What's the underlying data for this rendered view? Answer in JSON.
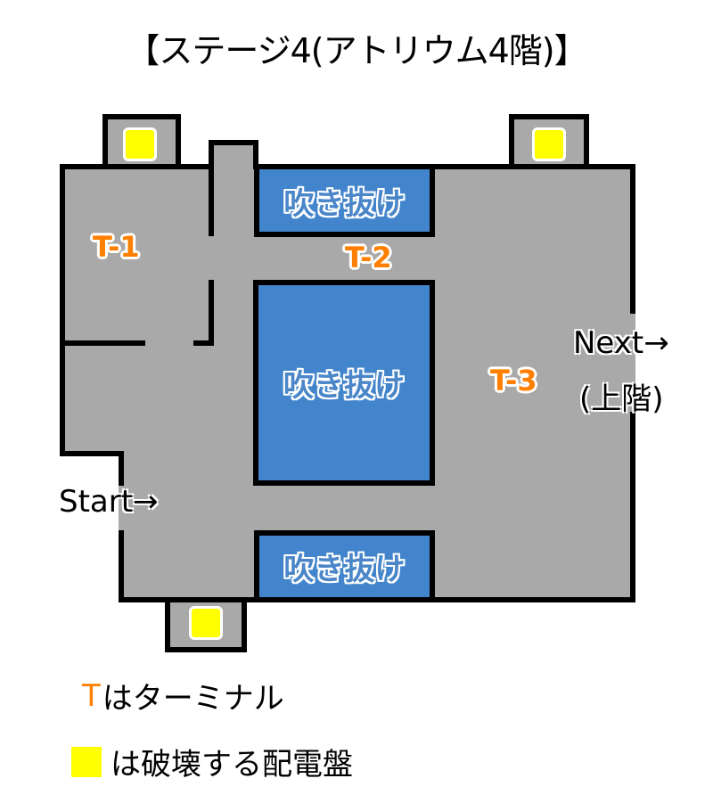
{
  "title": "【ステージ4(アトリウム4階)】",
  "map": {
    "atriums": [
      {
        "id": "atrium-top",
        "label": "吹き抜け"
      },
      {
        "id": "atrium-center",
        "label": "吹き抜け"
      },
      {
        "id": "atrium-bottom",
        "label": "吹き抜け"
      }
    ],
    "terminals": [
      {
        "id": "T-1",
        "label": "T-1"
      },
      {
        "id": "T-2",
        "label": "T-2"
      },
      {
        "id": "T-3",
        "label": "T-3"
      }
    ],
    "panels": [
      {
        "id": "panel-top-left"
      },
      {
        "id": "panel-top-right"
      },
      {
        "id": "panel-bottom"
      }
    ],
    "start_label": "Start→",
    "next_label_line1": "Next→",
    "next_label_line2": "(上階)"
  },
  "legend": {
    "terminal_symbol": "T",
    "terminal_text": "はターミナル",
    "panel_text": "は破壊する配電盤"
  },
  "colors": {
    "floor": "#a9a9a9",
    "wall": "#000000",
    "atrium": "#4285cc",
    "terminal": "#ff8000",
    "panel": "#ffff00"
  }
}
